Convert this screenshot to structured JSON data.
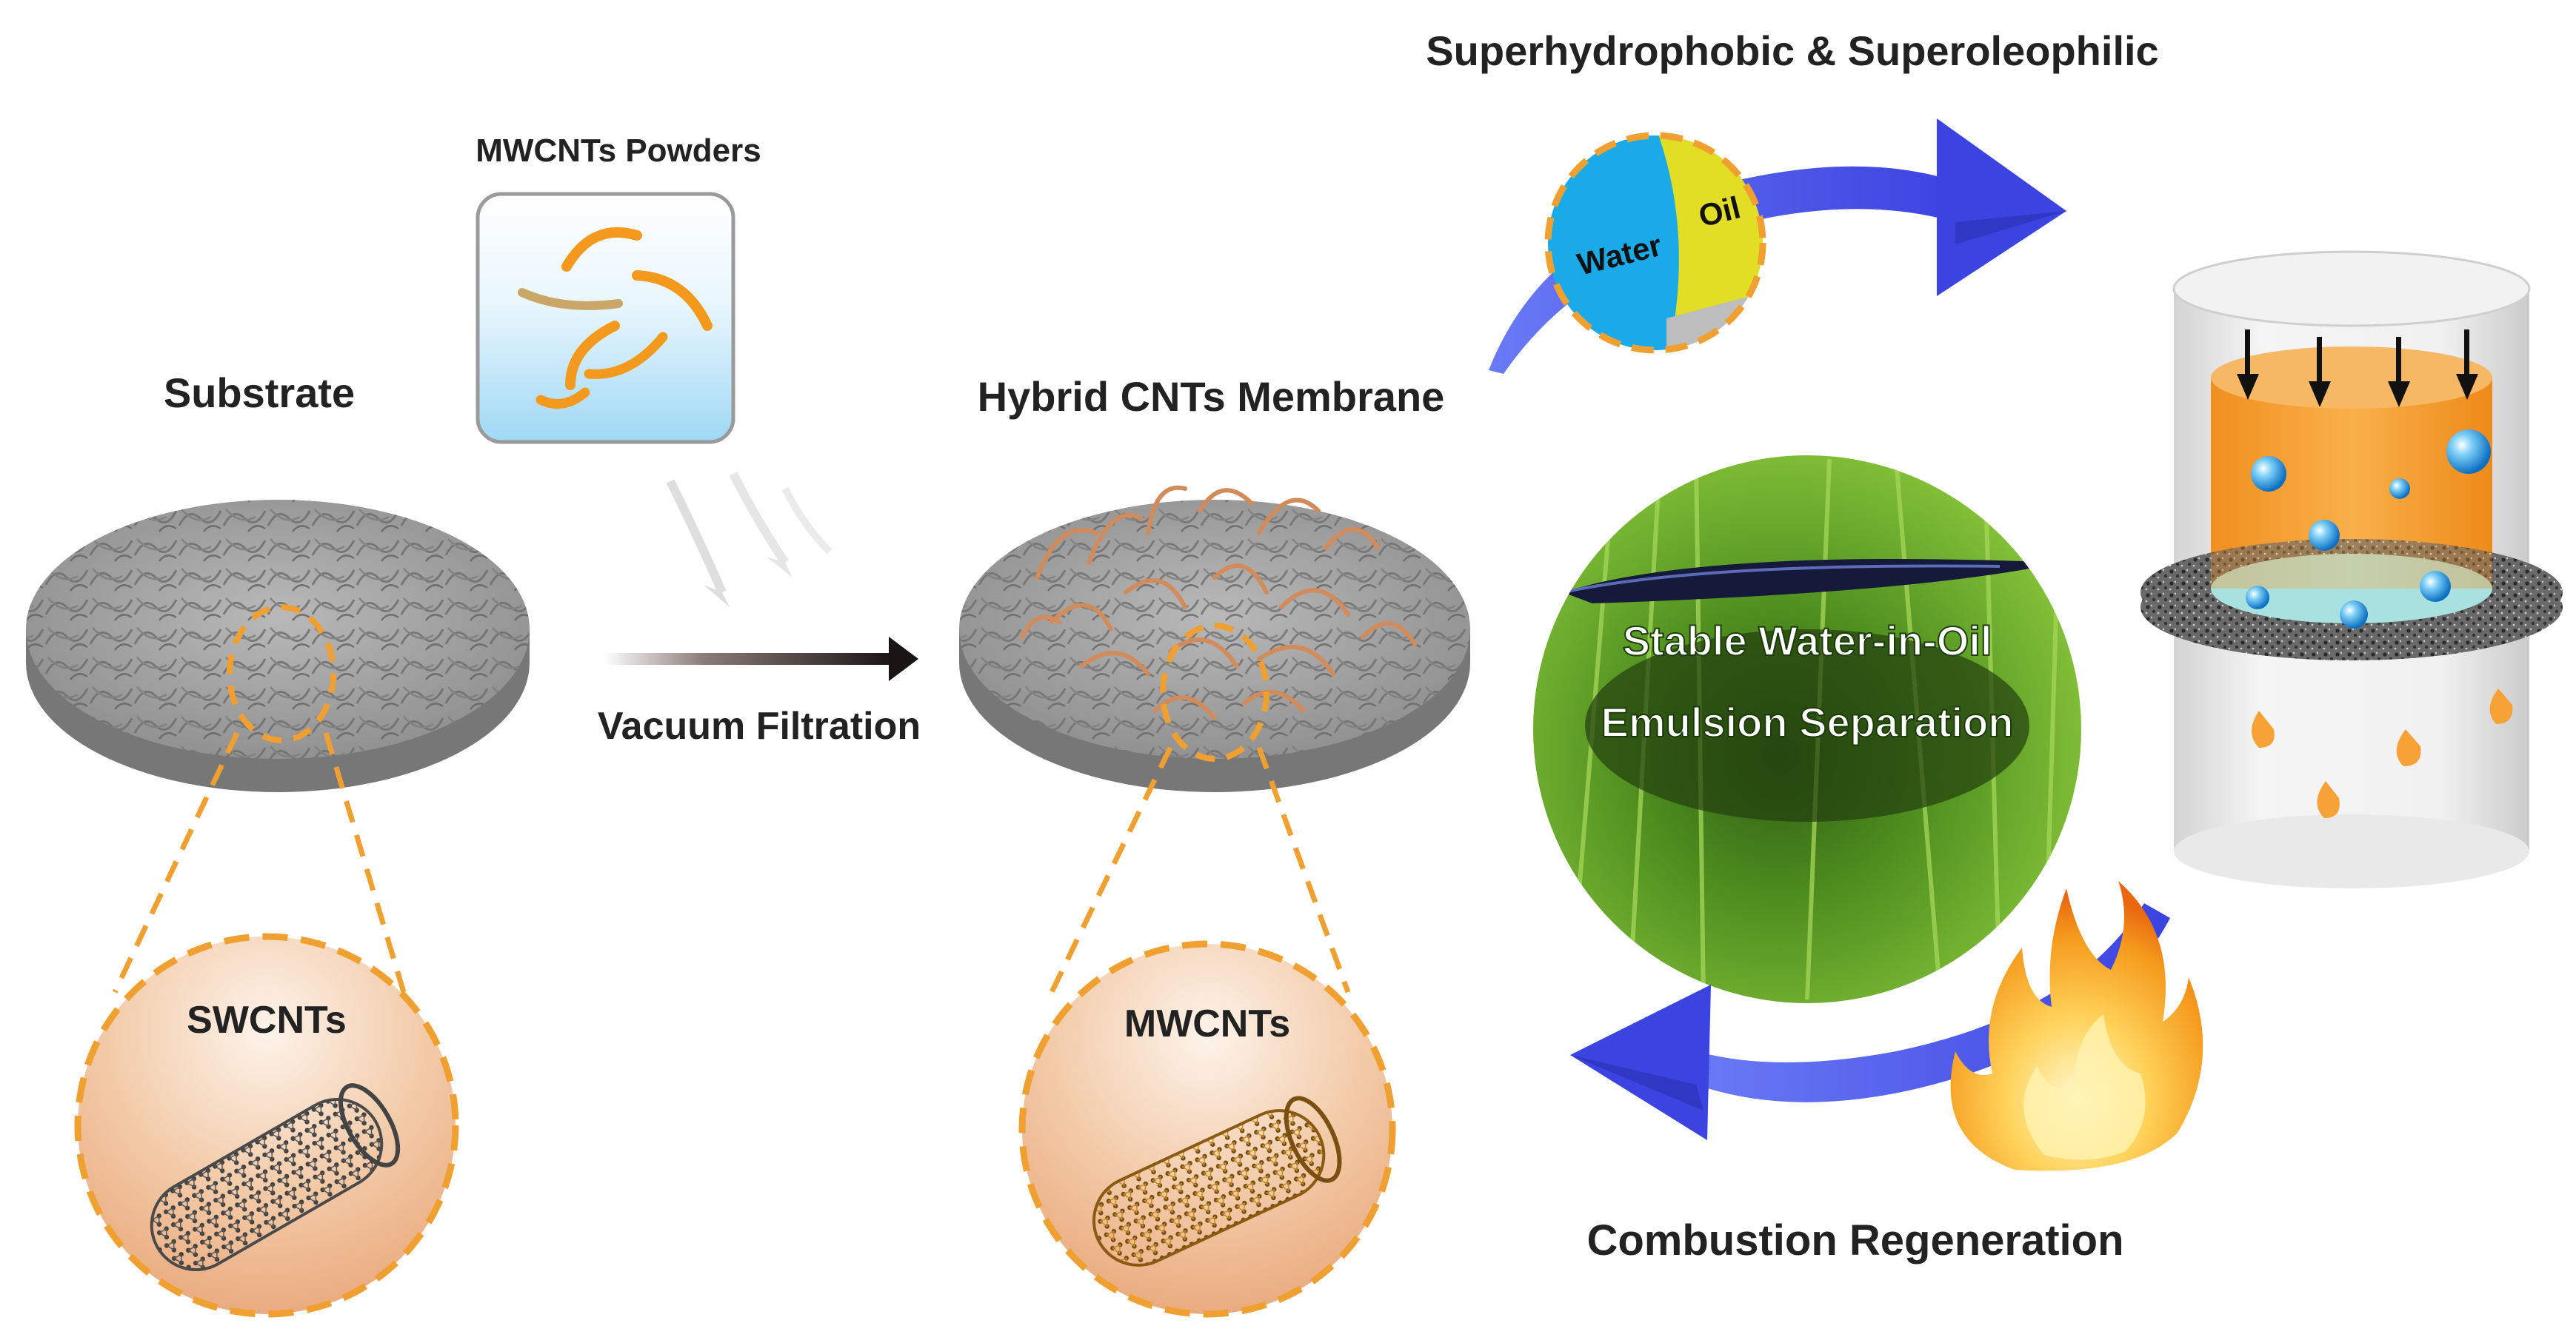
{
  "labels": {
    "title_top": "Superhydrophobic & Superoleophilic",
    "powders": "MWCNTs Powders",
    "substrate": "Substrate",
    "hybrid": "Hybrid CNTs Membrane",
    "vacuum": "Vacuum Filtration",
    "water": "Water",
    "oil": "Oil",
    "emulsion_line1": "Stable Water-in-Oil",
    "emulsion_line2": "Emulsion Separation",
    "swcnts": "SWCNTs",
    "mwcnts": "MWCNTs",
    "combustion": "Combustion Regeneration"
  },
  "colors": {
    "orange_accent": "#F0A030",
    "arrow_blue": "#4A55E8",
    "water_blue": "#1AAAE8",
    "oil_yellow": "#E2DE25",
    "disc_gray": "#9A9A9A",
    "oil_phase": "#F6A236"
  },
  "icons": [
    "flame-icon",
    "down-arrow-icon",
    "water-droplet-icon",
    "oil-drop-icon"
  ]
}
